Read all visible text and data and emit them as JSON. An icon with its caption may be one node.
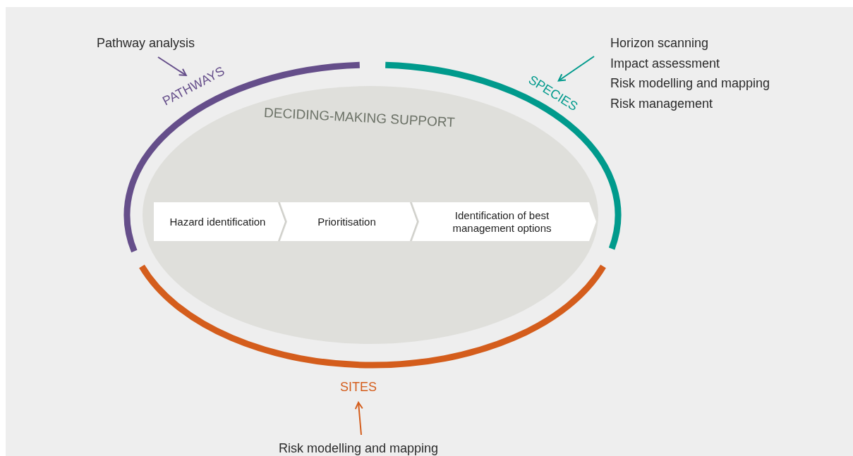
{
  "diagram": {
    "nodes": [
      {
        "text": [
          "DECIDING-MAKING SUPPORT"
        ]
      },
      {
        "text": [
          "Hazard identification"
        ],
        "in": 0
      },
      {
        "text": [
          "Prioritisation"
        ],
        "in": 0
      },
      {
        "text": [
          "Identification of best management options"
        ],
        "in": 0
      },
      {
        "text": [
          "PATHWAYS"
        ]
      },
      {
        "text": [
          "SPECIES"
        ]
      },
      {
        "text": [
          "SITES"
        ]
      },
      {
        "text": [
          "Pathway analysis"
        ]
      },
      {
        "text": [
          "Horizon scanning",
          "Impact assessment",
          "Risk modelling and mapping",
          "Risk management"
        ]
      },
      {
        "text": [
          "Risk modelling and mapping"
        ]
      }
    ],
    "edges": [
      {
        "from": 7,
        "to": 4,
        "arrow": "to",
        "color": "#654e8a"
      },
      {
        "from": 8,
        "to": 5,
        "arrow": "to",
        "color": "#009a8c"
      },
      {
        "from": 9,
        "to": 6,
        "arrow": "to",
        "color": "#d45d1c"
      }
    ]
  }
}
